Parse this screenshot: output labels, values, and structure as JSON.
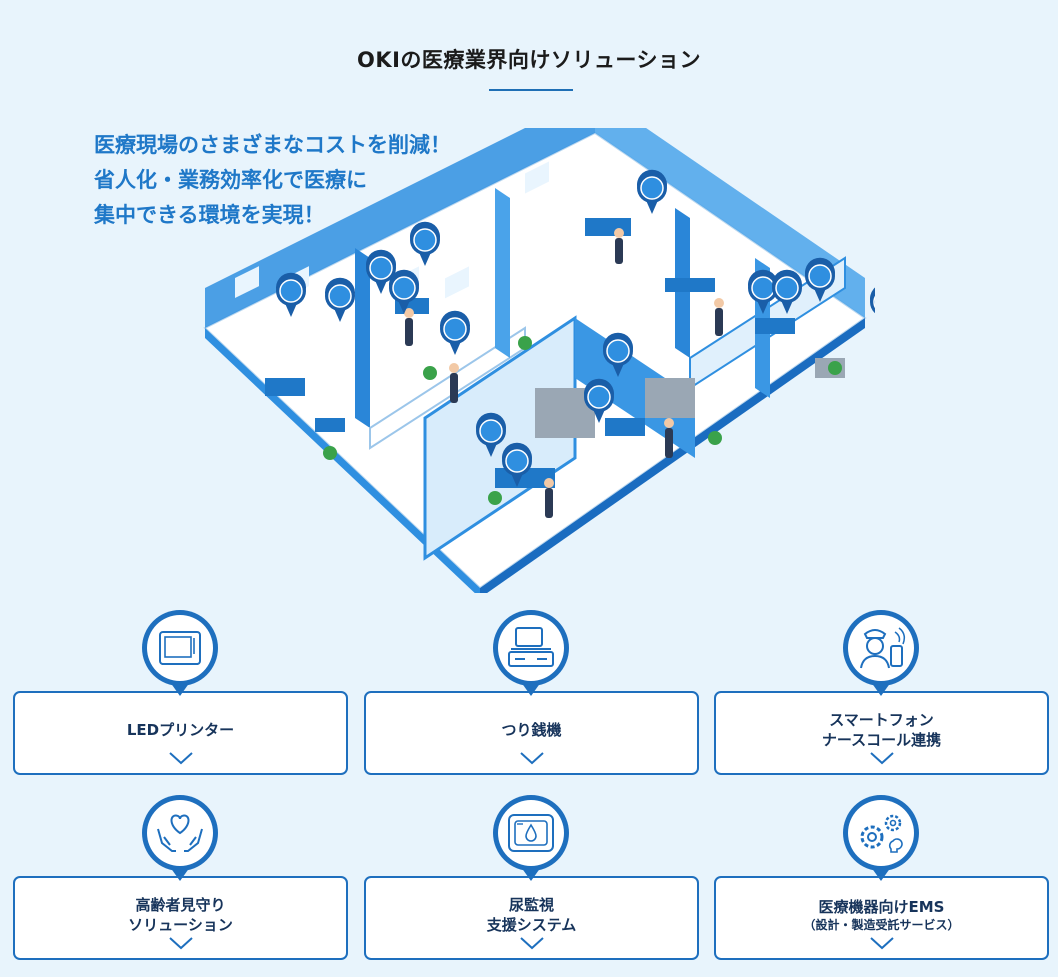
{
  "header": {
    "title": "OKIの医療業界向けソリューション"
  },
  "lead": {
    "line1": "医療現場のさまざまなコストを削減！",
    "line2": "省人化・業務効率化で医療に",
    "line3": "集中できる環境を実現！"
  },
  "illustration": {
    "subject": "hospital-floor-isometric"
  },
  "solutions": [
    {
      "label": "LEDプリンター",
      "sub": "",
      "icon": "printer-icon"
    },
    {
      "label": "つり銭機",
      "sub": "",
      "icon": "cash-machine-icon"
    },
    {
      "label": "スマートフォン",
      "sub": "ナースコール連携",
      "icon": "nurse-phone-icon"
    },
    {
      "label": "高齢者見守り",
      "sub": "ソリューション",
      "icon": "heart-hands-icon"
    },
    {
      "label": "尿監視",
      "sub": "支援システム",
      "icon": "monitor-tablet-icon"
    },
    {
      "label": "医療機器向けEMS",
      "sub": "（設計・製造受託サービス）",
      "icon": "gears-icon"
    }
  ],
  "colors": {
    "accent": "#1e6fbe",
    "lead_text": "#1f78c8",
    "background": "#e8f4fc",
    "card_text": "#17345b"
  }
}
